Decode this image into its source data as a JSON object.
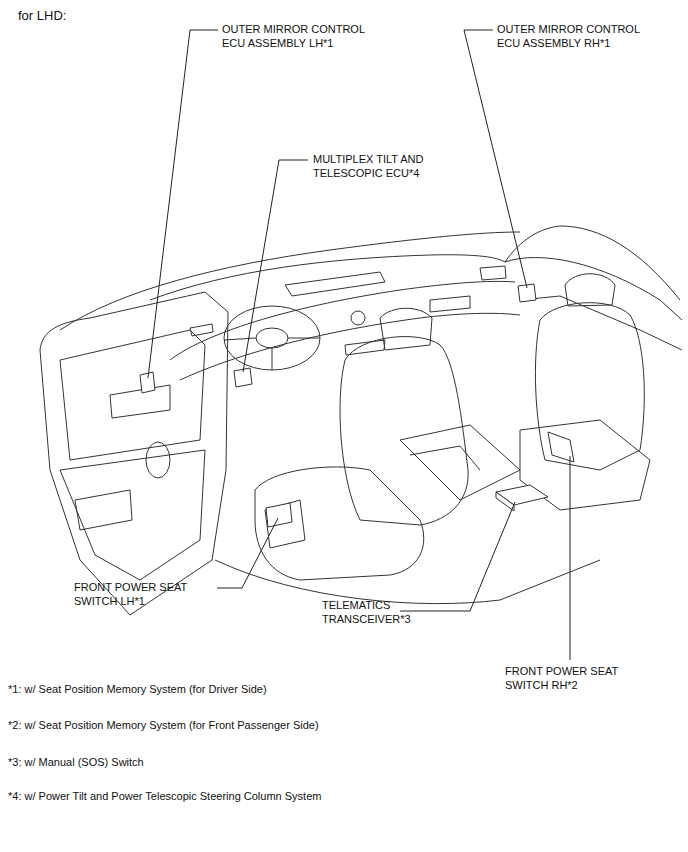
{
  "diagram": {
    "title": "for LHD:",
    "labels": [
      "OUTER MIRROR CONTROL ECU ASSEMBLY LH*1",
      "OUTER MIRROR CONTROL ECU ASSEMBLY RH*1",
      "MULTIPLEX TILT AND TELESCOPIC ECU*4",
      "FRONT POWER SEAT SWITCH LH*1",
      "TELEMATICS TRANSCEIVER*3",
      "FRONT POWER SEAT SWITCH RH*2",
      "*1: w/ Seat Position Memory System (for Driver Side)",
      "*2: w/ Seat Position Memory System (for Front Passenger Side)",
      "*3: w/ Manual (SOS) Switch",
      "*4: w/ Power Tilt and Power Telescopic Steering Column System"
    ]
  }
}
